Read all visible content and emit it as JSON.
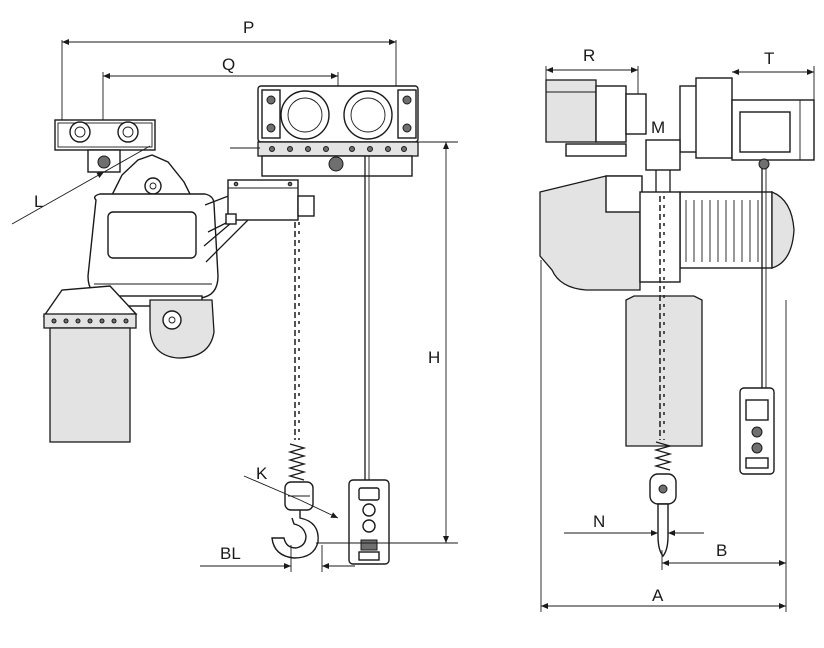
{
  "dimension_labels": {
    "P": "P",
    "Q": "Q",
    "L": "L",
    "H": "H",
    "K": "K",
    "BL": "BL",
    "R": "R",
    "T": "T",
    "M": "M",
    "N": "N",
    "B": "B",
    "A": "A"
  },
  "colors": {
    "line": "#1a1a1a",
    "shade": "#e3e3e3",
    "dark": "#6f6f6f",
    "background": "#ffffff"
  }
}
